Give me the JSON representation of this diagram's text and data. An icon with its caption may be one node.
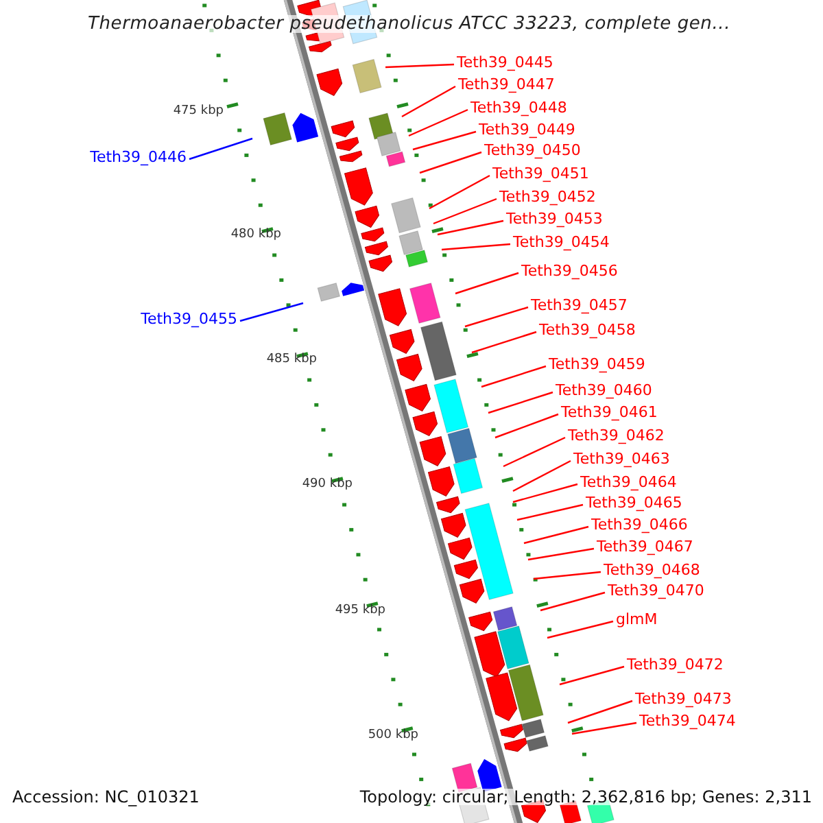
{
  "diagram": {
    "title": "Thermoanaerobacter pseudethanolicus ATCC 33223, complete gen...",
    "nodes": [
      {
        "text": [
          "Teth39_0445"
        ]
      },
      {
        "text": [
          "Teth39_0447"
        ]
      },
      {
        "text": [
          "Teth39_0448"
        ]
      },
      {
        "text": [
          "Teth39_0449"
        ]
      },
      {
        "text": [
          "Teth39_0450"
        ]
      },
      {
        "text": [
          "Teth39_0446"
        ]
      },
      {
        "text": [
          "Teth39_0451"
        ]
      },
      {
        "text": [
          "Teth39_0452"
        ]
      },
      {
        "text": [
          "Teth39_0453"
        ]
      },
      {
        "text": [
          "Teth39_0454"
        ]
      },
      {
        "text": [
          "Teth39_0456"
        ]
      },
      {
        "text": [
          "Teth39_0457"
        ]
      },
      {
        "text": [
          "Teth39_0455"
        ]
      },
      {
        "text": [
          "Teth39_0458"
        ]
      },
      {
        "text": [
          "Teth39_0459"
        ]
      },
      {
        "text": [
          "Teth39_0460"
        ]
      },
      {
        "text": [
          "Teth39_0461"
        ]
      },
      {
        "text": [
          "Teth39_0462"
        ]
      },
      {
        "text": [
          "Teth39_0463"
        ]
      },
      {
        "text": [
          "Teth39_0464"
        ]
      },
      {
        "text": [
          "Teth39_0465"
        ]
      },
      {
        "text": [
          "Teth39_0466"
        ]
      },
      {
        "text": [
          "Teth39_0467"
        ]
      },
      {
        "text": [
          "Teth39_0468"
        ]
      },
      {
        "text": [
          "Teth39_0470"
        ]
      },
      {
        "text": [
          "glmM"
        ]
      },
      {
        "text": [
          "Teth39_0472"
        ]
      },
      {
        "text": [
          "Teth39_0473"
        ]
      },
      {
        "text": [
          "Teth39_0474"
        ]
      }
    ],
    "edges": [
      {
        "from": 0,
        "to": null,
        "arrow": "none"
      },
      {
        "from": 1,
        "to": null,
        "arrow": "none"
      },
      {
        "from": 2,
        "to": null,
        "arrow": "none"
      },
      {
        "from": 3,
        "to": null,
        "arrow": "none"
      },
      {
        "from": 4,
        "to": null,
        "arrow": "none"
      },
      {
        "from": 5,
        "to": null,
        "arrow": "none",
        "color": "#0000ff"
      },
      {
        "from": 6,
        "to": null,
        "arrow": "none"
      },
      {
        "from": 7,
        "to": null,
        "arrow": "none"
      },
      {
        "from": 8,
        "to": null,
        "arrow": "none"
      },
      {
        "from": 9,
        "to": null,
        "arrow": "none"
      },
      {
        "from": 10,
        "to": null,
        "arrow": "none"
      },
      {
        "from": 11,
        "to": null,
        "arrow": "none"
      },
      {
        "from": 12,
        "to": null,
        "arrow": "none",
        "color": "#0000ff"
      },
      {
        "from": 13,
        "to": null,
        "arrow": "none"
      },
      {
        "from": 14,
        "to": null,
        "arrow": "none"
      },
      {
        "from": 15,
        "to": null,
        "arrow": "none"
      },
      {
        "from": 16,
        "to": null,
        "arrow": "none"
      },
      {
        "from": 17,
        "to": null,
        "arrow": "none"
      },
      {
        "from": 18,
        "to": null,
        "arrow": "none"
      },
      {
        "from": 19,
        "to": null,
        "arrow": "none"
      },
      {
        "from": 20,
        "to": null,
        "arrow": "none"
      },
      {
        "from": 21,
        "to": null,
        "arrow": "none"
      },
      {
        "from": 22,
        "to": null,
        "arrow": "none"
      },
      {
        "from": 23,
        "to": null,
        "arrow": "none"
      },
      {
        "from": 24,
        "to": null,
        "arrow": "none"
      },
      {
        "from": 25,
        "to": null,
        "arrow": "none"
      },
      {
        "from": 26,
        "to": null,
        "arrow": "none"
      },
      {
        "from": 27,
        "to": null,
        "arrow": "none"
      },
      {
        "from": 28,
        "to": null,
        "arrow": "none"
      }
    ],
    "labels": [
      "475 kbp",
      "480 kbp",
      "485 kbp",
      "490 kbp",
      "495 kbp",
      "500 kbp",
      "Accession: NC_010321",
      "Topology: circular; Length: 2,362,816 bp; Genes: 2,311"
    ]
  }
}
